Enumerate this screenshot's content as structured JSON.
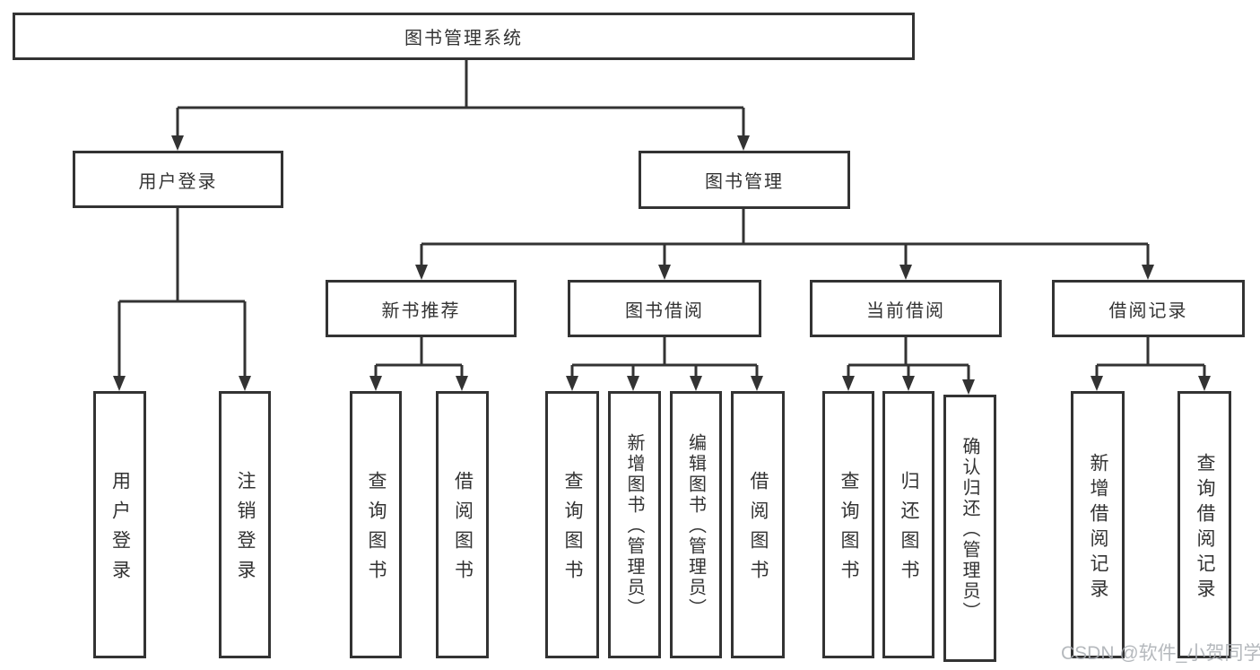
{
  "diagram": {
    "root": {
      "label": "图书管理系统"
    },
    "branches": {
      "user_login": {
        "label": "用户登录",
        "children": [
          "用户登录",
          "注销登录"
        ]
      },
      "book_management": {
        "label": "图书管理",
        "sections": {
          "new_books": {
            "label": "新书推荐",
            "children": [
              "查询图书",
              "借阅图书"
            ]
          },
          "book_borrowing": {
            "label": "图书借阅",
            "children": [
              "查询图书",
              "新增图书（管理员）",
              "编辑图书（管理员）",
              "借阅图书"
            ]
          },
          "current_borrowing": {
            "label": "当前借阅",
            "children": [
              "查询图书",
              "归还图书",
              "确认归还（管理员）"
            ]
          },
          "borrowing_records": {
            "label": "借阅记录",
            "children": [
              "新增借阅记录",
              "查询借阅记录"
            ]
          }
        }
      }
    },
    "colors": {
      "line": "#333333",
      "text": "#333333",
      "box_fill": "#ffffff",
      "watermark": "#a9adb2"
    }
  },
  "watermark": {
    "text": "CSDN @软件_小贺同学"
  }
}
